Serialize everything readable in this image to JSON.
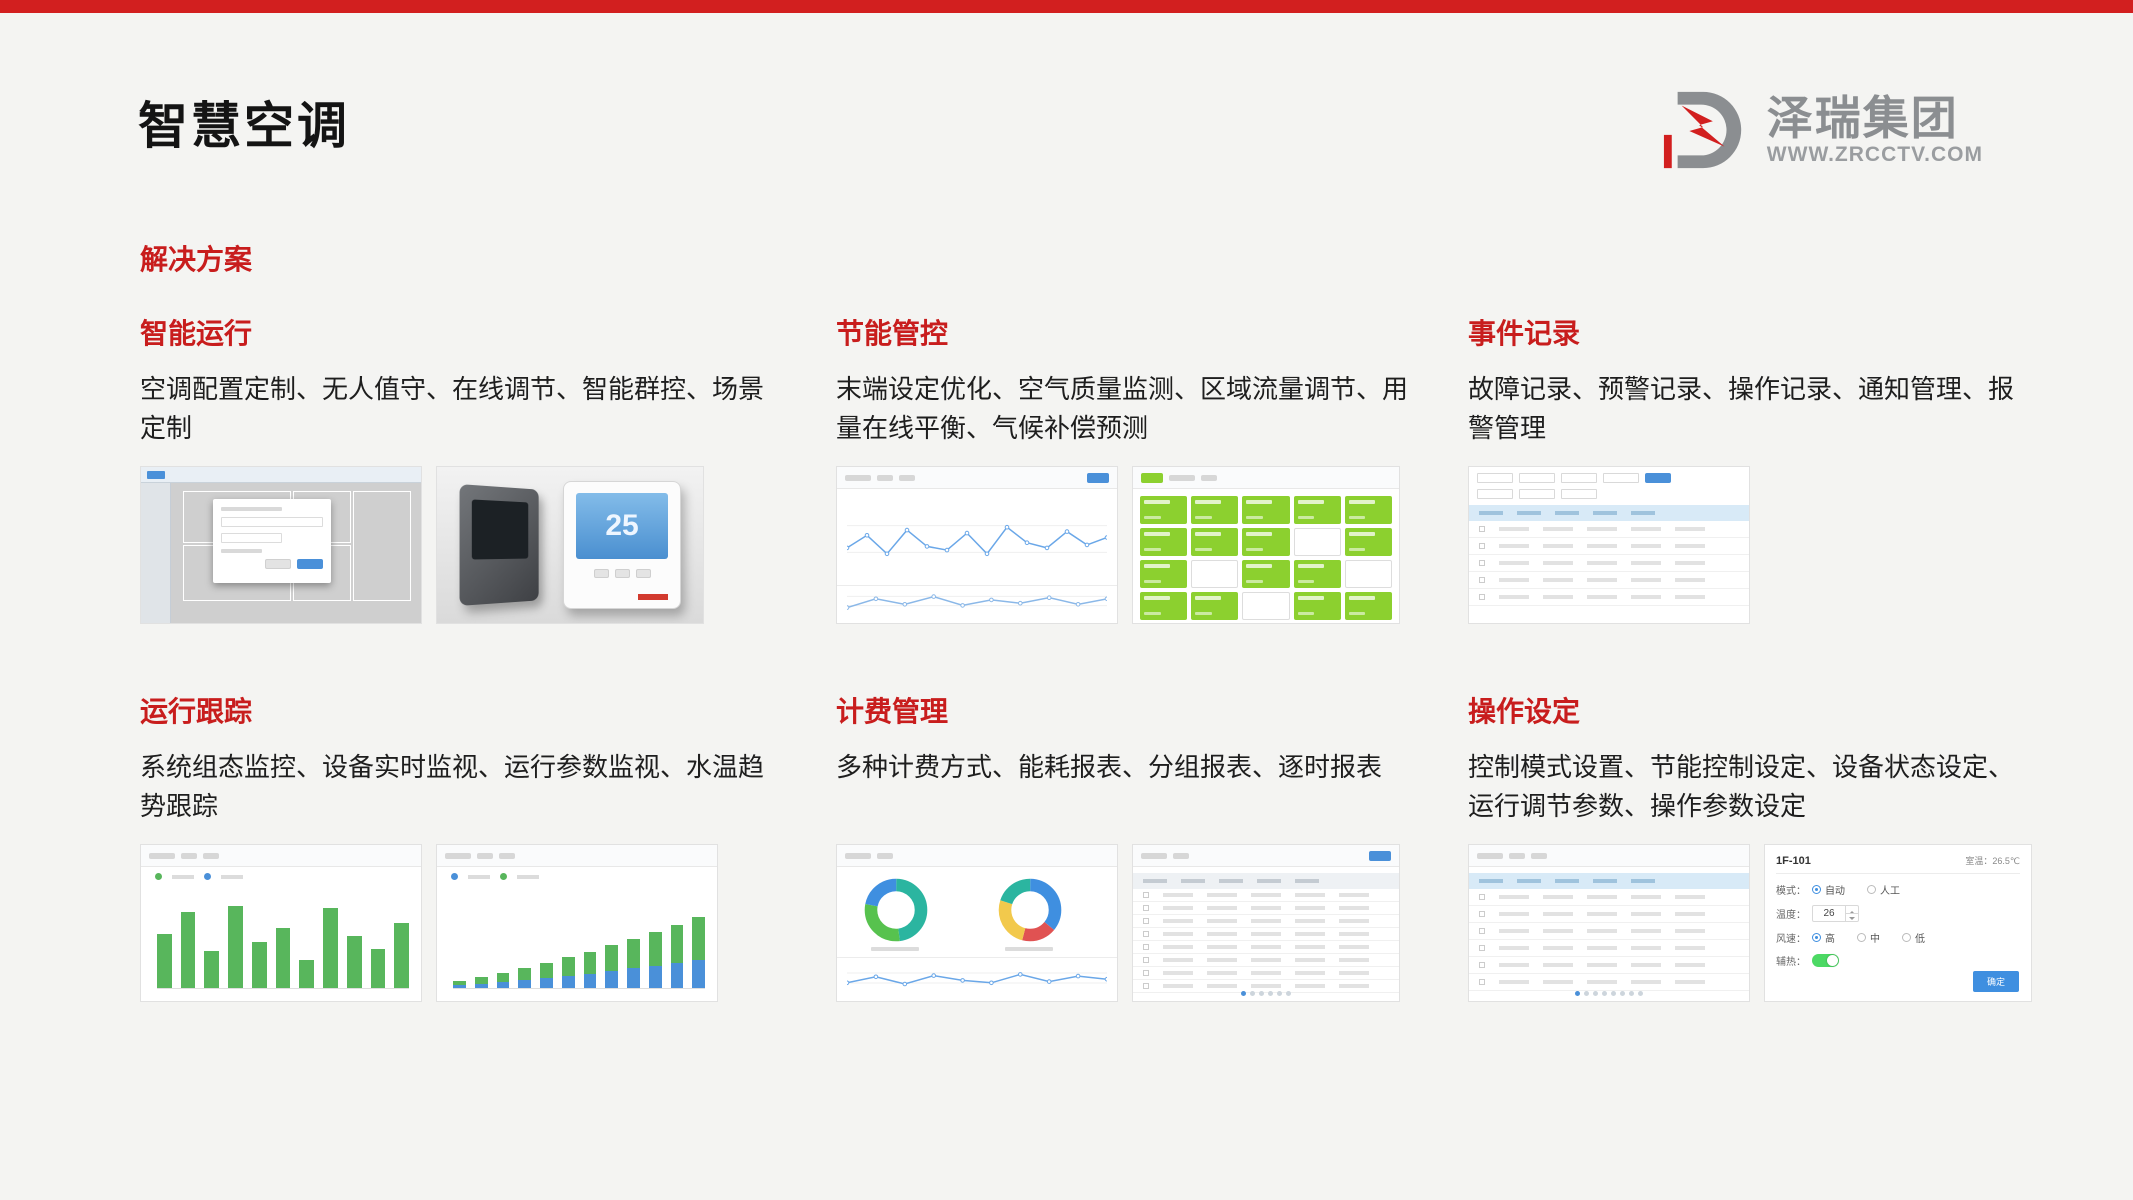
{
  "page": {
    "title": "智慧空调",
    "section_label": "解决方案"
  },
  "logo": {
    "company": "泽瑞集团",
    "website": "WWW.ZRCCTV.COM"
  },
  "colors": {
    "accent_red": "#d21f1f",
    "logo_gray": "#8b8e91",
    "chart_green": "#58b65c",
    "chart_blue": "#4a90d9",
    "device_green": "#8cd02f"
  },
  "features": [
    {
      "title": "智能运行",
      "description": "空调配置定制、无人值守、在线调节、智能群控、场景定制"
    },
    {
      "title": "节能管控",
      "description": "末端设定优化、空气质量监测、区域流量调节、用量在线平衡、气候补偿预测"
    },
    {
      "title": "事件记录",
      "description": "故障记录、预警记录、操作记录、通知管理、报警管理"
    },
    {
      "title": "运行跟踪",
      "description": "系统组态监控、设备实时监视、运行参数监视、水温趋势跟踪"
    },
    {
      "title": "计费管理",
      "description": "多种计费方式、能耗报表、分组报表、逐时报表"
    },
    {
      "title": "操作设定",
      "description": "控制模式设置、节能控制设定、设备状态设定、运行调节参数、操作参数设定"
    }
  ],
  "thumbnails": {
    "thermostat_display": "25",
    "energy_line_points": [
      38,
      55,
      30,
      62,
      40,
      35,
      58,
      30,
      66,
      45,
      38,
      60,
      42,
      52
    ],
    "energy_line2_points": [
      20,
      60,
      35,
      70,
      30,
      55,
      40,
      65,
      35,
      60
    ],
    "device_grid_pattern": [
      "11111",
      "11101",
      "10110",
      "11011"
    ],
    "event_table_rows": 5,
    "bars_run": [
      58,
      82,
      40,
      88,
      50,
      64,
      30,
      86,
      56,
      42,
      70
    ],
    "bars_trend": [
      8,
      12,
      16,
      21,
      27,
      33,
      39,
      46,
      53,
      60,
      68,
      76
    ],
    "bars_trend_blue_fraction": 0.4,
    "donut1_segments": [
      {
        "color": "#2bb5a0",
        "value": 48
      },
      {
        "color": "#57c24e",
        "value": 30
      },
      {
        "color": "#3f8fe0",
        "value": 22
      }
    ],
    "donut2_segments": [
      {
        "color": "#3f8fe0",
        "value": 36
      },
      {
        "color": "#e05252",
        "value": 18
      },
      {
        "color": "#f2c94c",
        "value": 26
      },
      {
        "color": "#2bb5a0",
        "value": 20
      }
    ],
    "billing_line_points": [
      30,
      55,
      25,
      60,
      40,
      30,
      65,
      35,
      58,
      45
    ],
    "billing_table_rows": 8,
    "settings_table_rows": 6,
    "billing_dots": 6,
    "settings_dots": 8,
    "control_panel": {
      "device": "1F-101",
      "room_temp": "室温：26.5℃",
      "mode_label": "模式：",
      "mode_options": [
        "自动",
        "人工"
      ],
      "temp_label": "温度：",
      "temp_value": "26",
      "fan_label": "风速：",
      "fan_options": [
        "高",
        "中",
        "低"
      ],
      "aux_label": "辅热：",
      "confirm_label": "确定"
    }
  }
}
